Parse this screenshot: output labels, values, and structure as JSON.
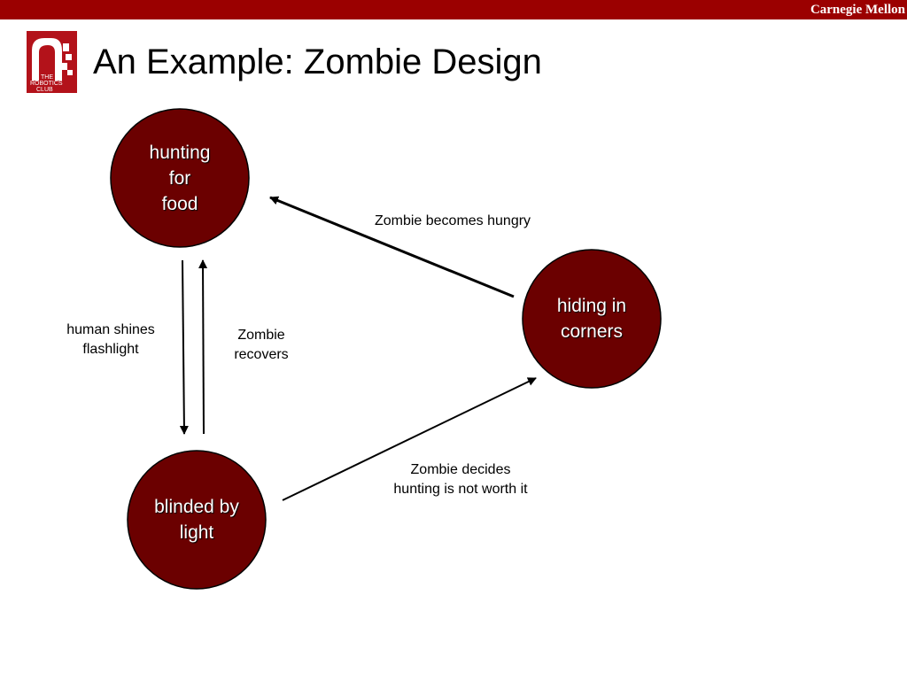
{
  "header": {
    "brand": "Carnegie Mellon",
    "title": "An Example: Zombie Design",
    "logo_text": [
      "THE",
      "ROBOTICS",
      "CLUB"
    ],
    "bar_color": "#9b0000"
  },
  "diagram": {
    "node_color": "#6b0000",
    "nodes": {
      "hunting": {
        "label": "hunting\nfor\nfood"
      },
      "hiding": {
        "label": "hiding in\ncorners"
      },
      "blinded": {
        "label": "blinded by\nlight"
      }
    },
    "edges": {
      "hiding_to_hunting": {
        "label": "Zombie becomes hungry"
      },
      "hunting_to_blinded": {
        "label": "human shines\nflashlight"
      },
      "blinded_to_hunting": {
        "label": "Zombie\nrecovers"
      },
      "blinded_to_hiding": {
        "label": "Zombie decides\nhunting is not worth it"
      }
    }
  }
}
